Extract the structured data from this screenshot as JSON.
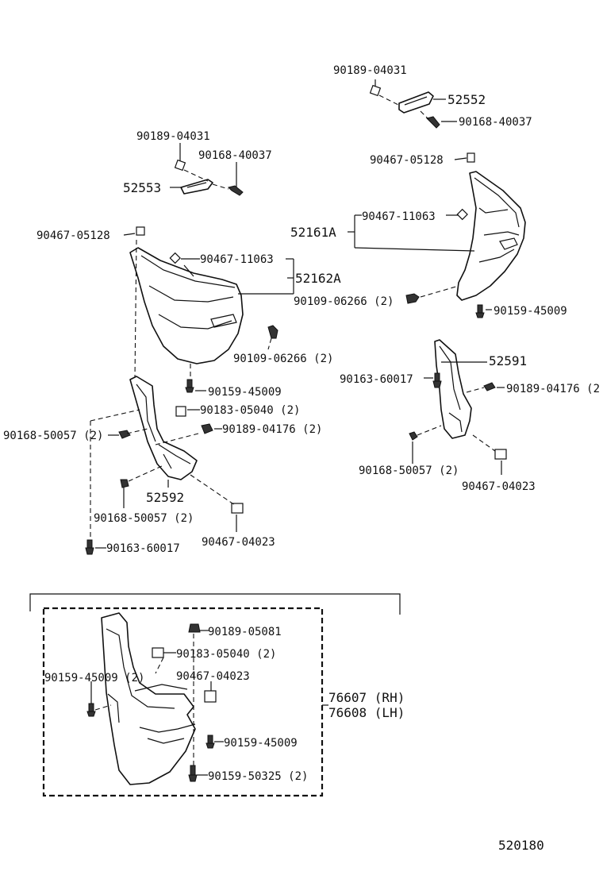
{
  "diagram": {
    "labels": {
      "p_90189_04031_top": "90189-04031",
      "p_52552": "52552",
      "p_90168_40037_top": "90168-40037",
      "p_90467_05128_right": "90467-05128",
      "p_90189_04031_left": "90189-04031",
      "p_90168_40037_left": "90168-40037",
      "p_52553": "52553",
      "p_90467_11063_right": "90467-11063",
      "p_52161A": "52161A",
      "p_90467_05128_left": "90467-05128",
      "p_90467_11063_left": "90467-11063",
      "p_52162A": "52162A",
      "p_90109_06266_right": "90109-06266 (2)",
      "p_90159_45009_right": "90159-45009",
      "p_90109_06266_left": "90109-06266 (2)",
      "p_52591": "52591",
      "p_90163_60017_right": "90163-60017",
      "p_90189_04176_right": "90189-04176 (2",
      "p_90159_45009_mid": "90159-45009",
      "p_90183_05040_mid": "90183-05040 (2)",
      "p_90168_50057_left": "90168-50057 (2)",
      "p_90189_04176_mid": "90189-04176 (2)",
      "p_90168_50057_right": "90168-50057 (2)",
      "p_90467_04023_right": "90467-04023",
      "p_52592": "52592",
      "p_90168_50057_bottom": "90168-50057 (2)",
      "p_90467_04023_mid": "90467-04023",
      "p_90163_60017_left": "90163-60017",
      "p_90189_05081": "90189-05081",
      "p_90183_05040_box": "90183-05040 (2)",
      "p_90159_45009_box_left": "90159-45009 (2)",
      "p_90467_04023_box": "90467-04023",
      "p_76607": "76607 (RH)",
      "p_76608": "76608 (LH)",
      "p_90159_45009_box_right": "90159-45009",
      "p_90159_50325": "90159-50325 (2)",
      "diagram_code": "520180"
    }
  }
}
